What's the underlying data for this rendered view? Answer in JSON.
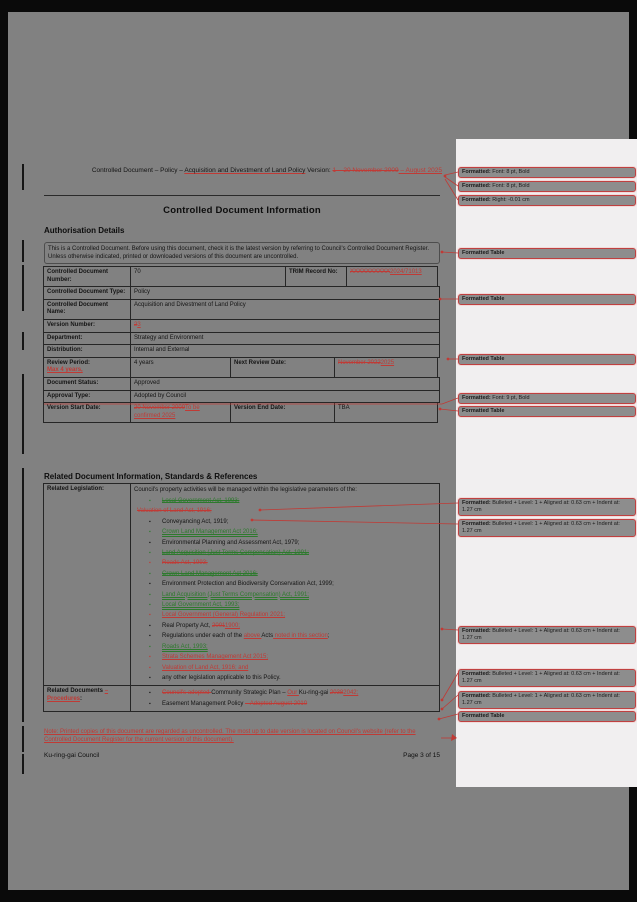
{
  "page": {
    "title": "Controlled Document Information",
    "auth_heading": "Authorisation Details",
    "related_heading": "Related Document Information, Standards & References",
    "intro": "This is a Controlled Document. Before using this document, check it is the latest version by referring to Council's Controlled Document Register. Unless otherwise indicated, printed or downloaded versions of this document are uncontrolled.",
    "header_segments": [
      {
        "t": "Controlled Document – Policy – "
      },
      {
        "t": "Acquisition and Divestment of Land Policy",
        "s": "fmt"
      },
      {
        "t": "   Version: "
      },
      {
        "t": "1 – 20 November 2009",
        "s": "del"
      },
      {
        "t": " – August 2025",
        "s": "ins"
      }
    ],
    "footer": {
      "left": "Ku-ring-gai Council",
      "right": "Page 3 of 15"
    },
    "footnote_segments": [
      {
        "t": "Note: Printed copies of this document are regarded as uncontrolled. The most up to date version is located on Council's website (refer to the Controlled Document Register for the current version of this document).",
        "s": "ins"
      }
    ]
  },
  "auth_table": {
    "rows": [
      {
        "label": "Controlled Document Number:",
        "value": [
          {
            "t": "70"
          }
        ],
        "label2": "TRIM Record No:",
        "value2": [
          {
            "t": "XXXXXXXXXX",
            "s": "del"
          },
          {
            "t": "2024/71013",
            "s": "ins"
          }
        ],
        "spec": "wide"
      },
      {
        "label": "Controlled Document Type:",
        "value": [
          {
            "t": "Policy"
          }
        ]
      },
      {
        "label": "Controlled Document Name:",
        "value": [
          {
            "t": "Acquisition and Divestment of Land Policy"
          }
        ]
      },
      {
        "label": "Version Number:",
        "value": [
          {
            "t": "2",
            "s": "del"
          },
          {
            "t": "3",
            "s": "ins"
          }
        ]
      },
      {
        "label": "Department:",
        "value": [
          {
            "t": "Strategy and Environment"
          }
        ]
      },
      {
        "label": "Distribution:",
        "value": [
          {
            "t": "Internal and External"
          }
        ]
      },
      {
        "label": "Review Period:",
        "label_extra": [
          {
            "t": "Max 4 years,",
            "s": "ins"
          }
        ],
        "value": [
          {
            "t": "4 years"
          }
        ],
        "label2": "Next Review Date:",
        "value2": [
          {
            "t": "November 2022",
            "s": "del"
          },
          {
            "t": "2025",
            "s": "ins"
          }
        ],
        "spec": "narrow"
      },
      {
        "label": "Document Status:",
        "value": [
          {
            "t": "Approved"
          }
        ]
      },
      {
        "label": "Approval Type:",
        "value": [
          {
            "t": "Adopted by Council"
          }
        ]
      },
      {
        "label": "Version Start Date:",
        "value": [
          {
            "t": "20 November 2009",
            "s": "del"
          },
          {
            "t": "To be confirmed 2025",
            "s": "ins"
          }
        ],
        "label2": "Version End Date:",
        "value2": [
          {
            "t": "TBA"
          }
        ],
        "spec": "narrow"
      }
    ]
  },
  "related_table": {
    "legislation_label": "Related Legislation:",
    "legislation_intro": "Council's property activities will be managed within the legislative parameters of the:",
    "legislation_items": [
      {
        "marker": "mdel",
        "segs": [
          {
            "t": "Local Government Act, 1993;",
            "s": "mdel"
          }
        ]
      },
      {
        "marker": "none",
        "outdent": true,
        "segs": [
          {
            "t": "Valuation of Land Act, 1916;",
            "s": "del"
          }
        ]
      },
      {
        "marker": "norm",
        "segs": [
          {
            "t": "Conveyancing Act, 1919;"
          }
        ]
      },
      {
        "marker": "mins",
        "segs": [
          {
            "t": "Crown Land Management Act 2016;",
            "s": "mins"
          }
        ]
      },
      {
        "marker": "norm",
        "segs": [
          {
            "t": "Environmental Planning and Assessment Act, 1979;"
          }
        ]
      },
      {
        "marker": "mdel",
        "segs": [
          {
            "t": "Land Acquisition (Just Terms Compensation) Act, 1991;",
            "s": "mdel"
          }
        ]
      },
      {
        "marker": "del",
        "segs": [
          {
            "t": "Roads Act, 1993;",
            "s": "del"
          }
        ]
      },
      {
        "marker": "mdel",
        "segs": [
          {
            "t": "Crown Land Management Act 2016;",
            "s": "mdel"
          }
        ]
      },
      {
        "marker": "norm",
        "segs": [
          {
            "t": "Environment Protection and Biodiversity Conservation Act, 1999;"
          }
        ]
      },
      {
        "marker": "mins",
        "segs": [
          {
            "t": "Land Acquisition (Just Terms Compensation) Act, 1991;",
            "s": "mins"
          }
        ]
      },
      {
        "marker": "mins",
        "segs": [
          {
            "t": "Local Government Act, 1993;",
            "s": "mins"
          }
        ]
      },
      {
        "marker": "ins",
        "segs": [
          {
            "t": "Local Government (General) Regulation 2021;",
            "s": "ins"
          }
        ]
      },
      {
        "marker": "norm",
        "segs": [
          {
            "t": "Real Property Act, "
          },
          {
            "t": "2001",
            "s": "del"
          },
          {
            "t": "1900;",
            "s": "ins"
          }
        ]
      },
      {
        "marker": "norm",
        "segs": [
          {
            "t": "Regulations under each of the "
          },
          {
            "t": "above ",
            "s": "ins"
          },
          {
            "t": "Acts"
          },
          {
            "t": " noted in this section",
            "s": "ins"
          },
          {
            "t": ";"
          }
        ]
      },
      {
        "marker": "mins",
        "segs": [
          {
            "t": "Roads Act, 1993;",
            "s": "mins"
          }
        ]
      },
      {
        "marker": "ins",
        "segs": [
          {
            "t": "Strata Schemes Management Act 2015;",
            "s": "ins"
          }
        ]
      },
      {
        "marker": "ins",
        "segs": [
          {
            "t": "Valuation of Land Act, 1916; and",
            "s": "ins"
          }
        ]
      },
      {
        "marker": "norm",
        "segs": [
          {
            "t": "any other legislation applicable to this Policy."
          }
        ]
      }
    ],
    "docs_label_segments": [
      {
        "t": "Related Documents "
      },
      {
        "t": "– Procedures",
        "s": "ins"
      },
      {
        "t": ":"
      }
    ],
    "docs_items": [
      {
        "marker": "norm",
        "segs": [
          {
            "t": "Council's adopted ",
            "s": "del"
          },
          {
            "t": "Community Strategic Plan – "
          },
          {
            "t": "Our ",
            "s": "ins"
          },
          {
            "t": "Ku-ring-gai "
          },
          {
            "t": "2038",
            "s": "del"
          },
          {
            "t": "2042;",
            "s": "ins"
          }
        ]
      },
      {
        "marker": "norm",
        "segs": [
          {
            "t": "Easement Management Policy "
          },
          {
            "t": "– Adopted August 2010",
            "s": "del"
          }
        ]
      }
    ]
  },
  "callouts": [
    {
      "tag": "Formatted:",
      "text": "Font: 8 pt, Bold"
    },
    {
      "tag": "Formatted:",
      "text": "Font: 8 pt, Bold"
    },
    {
      "tag": "Formatted:",
      "text": "Right: -0.01 cm"
    },
    {
      "tag": "Formatted Table",
      "text": ""
    },
    {
      "tag": "Formatted Table",
      "text": ""
    },
    {
      "tag": "Formatted Table",
      "text": ""
    },
    {
      "tag": "Formatted:",
      "text": "Font: 9 pt, Bold"
    },
    {
      "tag": "Formatted Table",
      "text": ""
    },
    {
      "tag": "Formatted:",
      "text": "Bulleted + Level: 1 + Aligned at: 0.63 cm + Indent at: 1.27 cm"
    },
    {
      "tag": "Formatted:",
      "text": "Bulleted + Level: 1 + Aligned at: 0.63 cm + Indent at: 1.27 cm"
    },
    {
      "tag": "Formatted:",
      "text": "Bulleted + Level: 1 + Aligned at: 0.63 cm + Indent at: 1.27 cm"
    },
    {
      "tag": "Formatted:",
      "text": "Bulleted + Level: 1 + Aligned at: 0.63 cm + Indent at: 1.27 cm"
    },
    {
      "tag": "Formatted:",
      "text": "Bulleted + Level: 1 + Aligned at: 0.63 cm + Indent at: 1.27 cm"
    },
    {
      "tag": "Formatted Table",
      "text": ""
    }
  ]
}
